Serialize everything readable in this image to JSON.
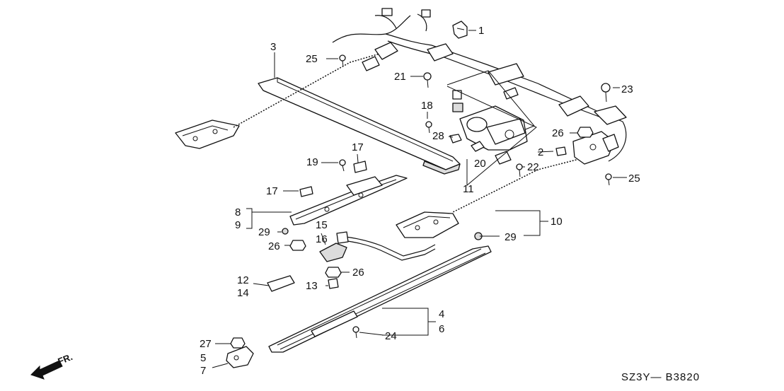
{
  "diagram": {
    "footer_code": "SZ3Y— B3820",
    "direction_label": "FR.",
    "callouts": [
      {
        "id": "c1",
        "text": "1"
      },
      {
        "id": "c2",
        "text": "2"
      },
      {
        "id": "c3",
        "text": "3"
      },
      {
        "id": "c4",
        "text": "4"
      },
      {
        "id": "c5",
        "text": "5"
      },
      {
        "id": "c6",
        "text": "6"
      },
      {
        "id": "c7",
        "text": "7"
      },
      {
        "id": "c8",
        "text": "8"
      },
      {
        "id": "c9",
        "text": "9"
      },
      {
        "id": "c10",
        "text": "10"
      },
      {
        "id": "c11",
        "text": "11"
      },
      {
        "id": "c12",
        "text": "12"
      },
      {
        "id": "c13",
        "text": "13"
      },
      {
        "id": "c14",
        "text": "14"
      },
      {
        "id": "c15",
        "text": "15"
      },
      {
        "id": "c16",
        "text": "16"
      },
      {
        "id": "c17a",
        "text": "17"
      },
      {
        "id": "c17b",
        "text": "17"
      },
      {
        "id": "c18",
        "text": "18"
      },
      {
        "id": "c19",
        "text": "19"
      },
      {
        "id": "c20",
        "text": "20"
      },
      {
        "id": "c21",
        "text": "21"
      },
      {
        "id": "c22",
        "text": "22"
      },
      {
        "id": "c23",
        "text": "23"
      },
      {
        "id": "c24",
        "text": "24"
      },
      {
        "id": "c25a",
        "text": "25"
      },
      {
        "id": "c25b",
        "text": "25"
      },
      {
        "id": "c26a",
        "text": "26"
      },
      {
        "id": "c26b",
        "text": "26"
      },
      {
        "id": "c26c",
        "text": "26"
      },
      {
        "id": "c27",
        "text": "27"
      },
      {
        "id": "c28",
        "text": "28"
      },
      {
        "id": "c29a",
        "text": "29"
      },
      {
        "id": "c29b",
        "text": "29"
      }
    ]
  }
}
